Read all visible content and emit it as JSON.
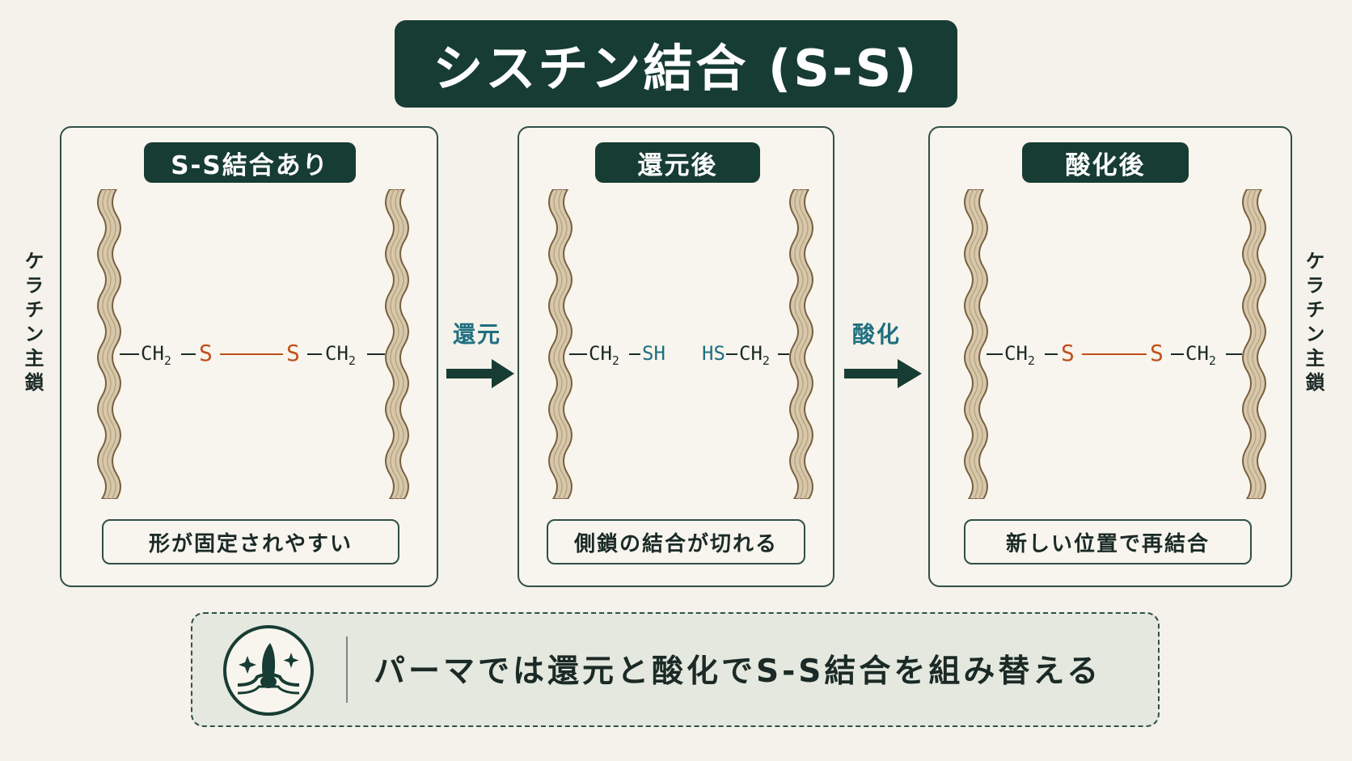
{
  "title": "シスチン結合 (S-S)",
  "side_labels": {
    "left": "ケラチン主鎖",
    "right": "ケラチン主鎖"
  },
  "panels": [
    {
      "header": "S-S結合あり",
      "caption": "形が固定されやすい"
    },
    {
      "header": "還元後",
      "caption": "側鎖の結合が切れる"
    },
    {
      "header": "酸化後",
      "caption": "新しい位置で再結合"
    }
  ],
  "arrows": [
    {
      "label": "還元"
    },
    {
      "label": "酸化"
    }
  ],
  "molecule": {
    "ch": "CH",
    "sub2": "2",
    "s": "S",
    "sh": "SH",
    "hs": "HS"
  },
  "footer": {
    "text": "パーマでは還元と酸化でS-S結合を組み替える",
    "icon": "hair-follicle-icon"
  },
  "colors": {
    "primary": "#173c33",
    "sulfur": "#c24e19",
    "thiol": "#1f6f80",
    "strand": "#d8c8ab",
    "background": "#f4f2ea"
  }
}
